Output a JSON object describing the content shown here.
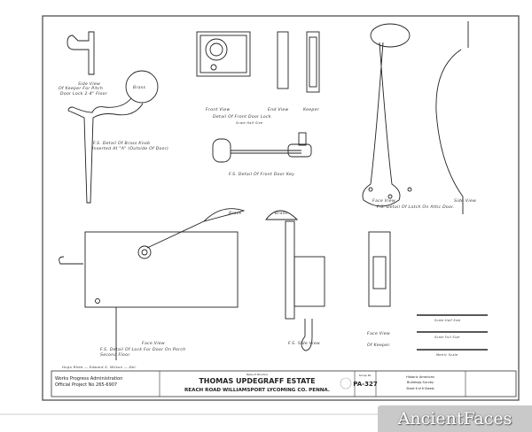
{
  "drawing": {
    "labels": {
      "keeper_side_1": "Side View",
      "keeper_side_2": "Of Keeper For Pitch",
      "keeper_side_3": "Door Lock 2-4\" Floor",
      "brass": "Brass",
      "knob_1": "F.S. Detail Of Brass Knob",
      "knob_2": "Inserted At \"A\" (Outside Of Door)",
      "front_view": "Front View",
      "end_view": "End View",
      "keeper": "Keeper",
      "lock_title": "Detail Of Front Door Lock",
      "lock_scale": "Scale Half Size",
      "key": "F.S. Detail Of Front Door Key",
      "face_view": "Face View",
      "side_view": "Side View",
      "latch": "F.S. Detail Of Latch On Attic Door.",
      "brass2": "Brass",
      "brass3": "Brass",
      "lock_face": "Face View",
      "lock2_1": "F.S. Detail Of Lock For Door On Porch",
      "lock2_2": "Second Floor.",
      "fs_side": "F.S. Side View",
      "keeper_face_1": "Face View",
      "keeper_face_2": "Of Keeper.",
      "scale_half": "Scale Half Size",
      "scale_full": "Scale Full Size",
      "scale_metric": "Metric Scale",
      "credits": "Hugo Rhee — Edward S. Wilson — Del."
    },
    "title_block": {
      "wpa_1": "Works Progress Administration",
      "wpa_2": "Official Project No 265-6907",
      "name_caption": "Name of Structure",
      "title": "THOMAS UPDEGRAFF ESTATE",
      "subtitle": "REACH ROAD WILLIAMSPORT LYCOMING CO. PENNA.",
      "survey_caption": "Survey No.",
      "survey_no": "PA-327",
      "habs_1": "Historic American",
      "habs_2": "Buildings Survey",
      "sheet": "Sheet 6 of 6 Sheets"
    }
  },
  "watermark": "AncientFaces"
}
